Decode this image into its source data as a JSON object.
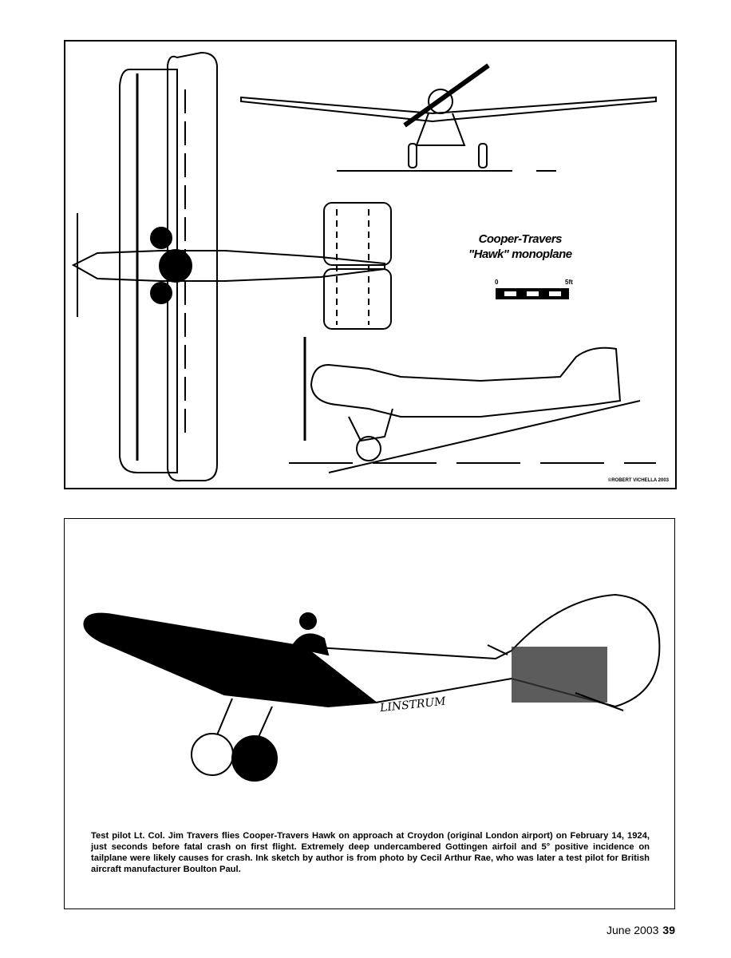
{
  "drawing": {
    "title_line1": "Cooper-Travers",
    "title_line2": "\"Hawk\" monoplane",
    "scale_start": "0",
    "scale_end": "5ft",
    "credit": "©ROBERT VICHELLA 2003"
  },
  "sketch": {
    "signature": "LINSTRUM",
    "caption": "Test pilot Lt. Col. Jim Travers flies Cooper-Travers Hawk on approach at Croydon (original London airport) on February 14, 1924, just seconds before fatal crash on first flight. Extremely deep undercambered Gottingen airfoil and 5° positive incidence on tailplane were likely causes for crash. Ink sketch by author is from photo by Cecil Arthur Rae, who was later a test pilot for British aircraft manufacturer Boulton Paul."
  },
  "footer": {
    "issue": "June 2003",
    "page_number": "39"
  }
}
